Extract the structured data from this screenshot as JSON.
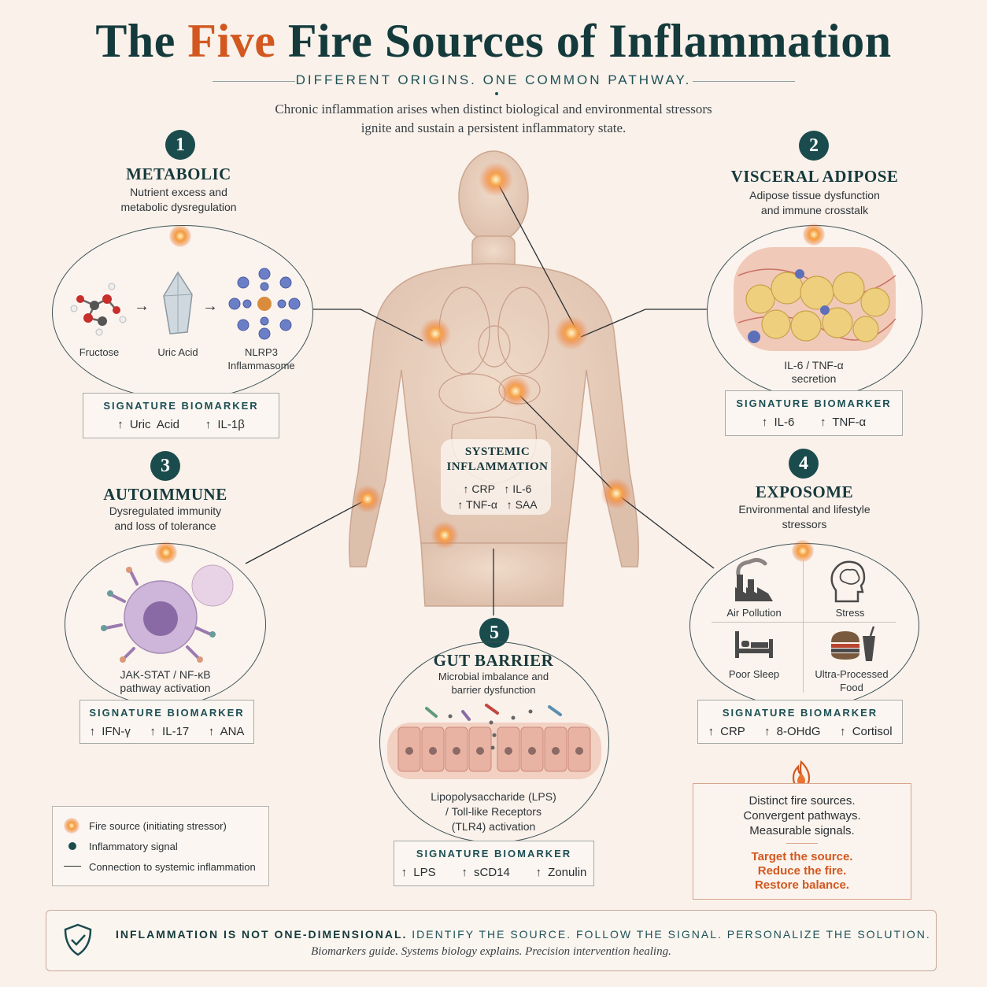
{
  "header": {
    "title_pre": "The ",
    "title_accent": "Five",
    "title_post": " Fire Sources of Inflammation",
    "subtitle": "DIFFERENT ORIGINS. ONE COMMON PATHWAY.",
    "intro_line1": "Chronic inflammation arises when distinct biological and environmental stressors",
    "intro_line2": "ignite and sustain a persistent inflammatory state."
  },
  "systemic": {
    "title_line1": "SYSTEMIC",
    "title_line2": "INFLAMMATION",
    "markers_line1": "↑ CRP   ↑ IL-6",
    "markers_line2": "↑ TNF-α   ↑ SAA"
  },
  "sections": {
    "metabolic": {
      "number": "1",
      "title": "METABOLIC",
      "desc_line1": "Nutrient excess and",
      "desc_line2": "metabolic dysregulation",
      "label_a": "Fructose",
      "label_b": "Uric Acid",
      "label_c1": "NLRP3",
      "label_c2": "Inflammasome",
      "bio_label": "SIGNATURE BIOMARKER",
      "bio_values": "↑ Uric Acid    ↑ IL-1β"
    },
    "visceral": {
      "number": "2",
      "title": "VISCERAL ADIPOSE",
      "desc_line1": "Adipose tissue dysfunction",
      "desc_line2": "and immune crosstalk",
      "caption_line1": "IL-6 / TNF-α",
      "caption_line2": "secretion",
      "bio_label": "SIGNATURE BIOMARKER",
      "bio_values": "↑ IL-6    ↑ TNF-α"
    },
    "autoimmune": {
      "number": "3",
      "title": "AUTOIMMUNE",
      "desc_line1": "Dysregulated immunity",
      "desc_line2": "and loss of tolerance",
      "caption_line1": "JAK-STAT / NF-κB",
      "caption_line2": "pathway activation",
      "bio_label": "SIGNATURE BIOMARKER",
      "bio_values": "↑ IFN-γ   ↑ IL-17   ↑ ANA"
    },
    "exposome": {
      "number": "4",
      "title": "EXPOSOME",
      "desc_line1": "Environmental and lifestyle",
      "desc_line2": "stressors",
      "q1": "Air Pollution",
      "q2": "Stress",
      "q3": "Poor Sleep",
      "q4_line1": "Ultra-Processed",
      "q4_line2": "Food",
      "bio_label": "SIGNATURE BIOMARKER",
      "bio_values": "↑ CRP   ↑ 8-OHdG   ↑ Cortisol"
    },
    "gut": {
      "number": "5",
      "title": "GUT BARRIER",
      "desc_line1": "Microbial imbalance and",
      "desc_line2": "barrier dysfunction",
      "caption_line1": "Lipopolysaccharide (LPS)",
      "caption_line2": "/ Toll-like Receptors",
      "caption_line3": "(TLR4) activation",
      "bio_label": "SIGNATURE BIOMARKER",
      "bio_values": "↑ LPS    ↑ sCD14    ↑ Zonulin"
    }
  },
  "legend": {
    "fire": "Fire source (initiating stressor)",
    "signal": "Inflammatory signal",
    "connection": "Connection to systemic inflammation"
  },
  "summary": {
    "line1": "Distinct fire sources.",
    "line2": "Convergent pathways.",
    "line3": "Measurable signals.",
    "cta1": "Target the source.",
    "cta2": "Reduce the fire.",
    "cta3": "Restore balance."
  },
  "footer": {
    "bold": "INFLAMMATION IS NOT ONE-DIMENSIONAL.",
    "rest": " IDENTIFY THE SOURCE. FOLLOW THE SIGNAL. PERSONALIZE THE SOLUTION.",
    "tagline": "Biomarkers guide. Systems biology explains. Precision intervention healing."
  },
  "colors": {
    "teal": "#1b4c4d",
    "accent": "#d2581f",
    "background": "#f9f1ea"
  }
}
